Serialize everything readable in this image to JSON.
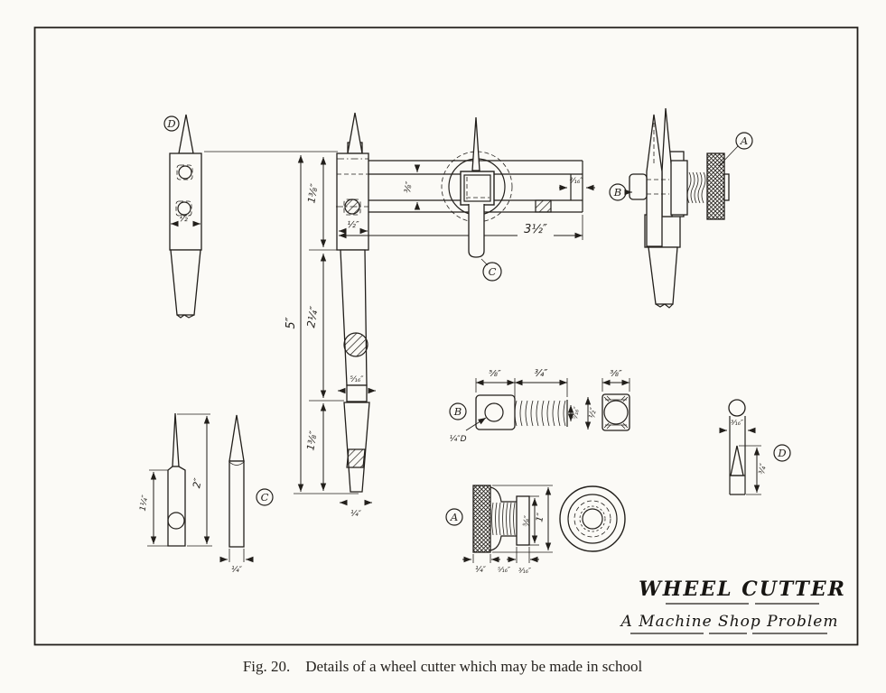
{
  "caption": {
    "text": "Fig. 20.  Details of a wheel cutter which may be made in school"
  },
  "titles": {
    "main": "WHEEL CUTTER",
    "sub": "A Machine Shop Problem"
  },
  "parts": {
    "a": "A",
    "b": "B",
    "c": "C",
    "d": "D"
  },
  "dims": {
    "half": "½″",
    "quarter": "¼″",
    "three_quarters": "¾″",
    "three_eighths": "⅜″",
    "five_eighths": "⅝″",
    "five_sixteenths": "⁵⁄₁₆″",
    "three_sixteenths": "³⁄₁₆″",
    "one": "1″",
    "two": "2″",
    "five": "5″",
    "one_and_quarter": "1¼″",
    "one_and_three_eighths": "1⅜″",
    "two_and_quarter": "2¼″",
    "three_and_half": "3½″",
    "quarter_dia": "¼″D"
  },
  "ink": "#221f1b"
}
